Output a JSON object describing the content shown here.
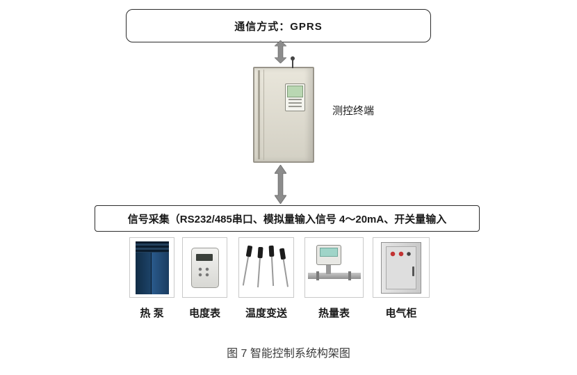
{
  "diagram": {
    "top_box_label": "通信方式：GPRS",
    "terminal_label": "测控终端",
    "signal_box_label": "信号采集（RS232/485串口、模拟量输入信号 4～20mA、开关量输入",
    "caption": "图 7 智能控制系统构架图"
  },
  "devices": [
    {
      "name": "热 泵"
    },
    {
      "name": "电度表"
    },
    {
      "name": "温度变送"
    },
    {
      "name": "热量表"
    },
    {
      "name": "电气柜"
    }
  ],
  "colors": {
    "arrow_fill": "#8c8c8c",
    "arrow_stroke": "#6f6f6f",
    "box_border": "#2b2b2b"
  }
}
